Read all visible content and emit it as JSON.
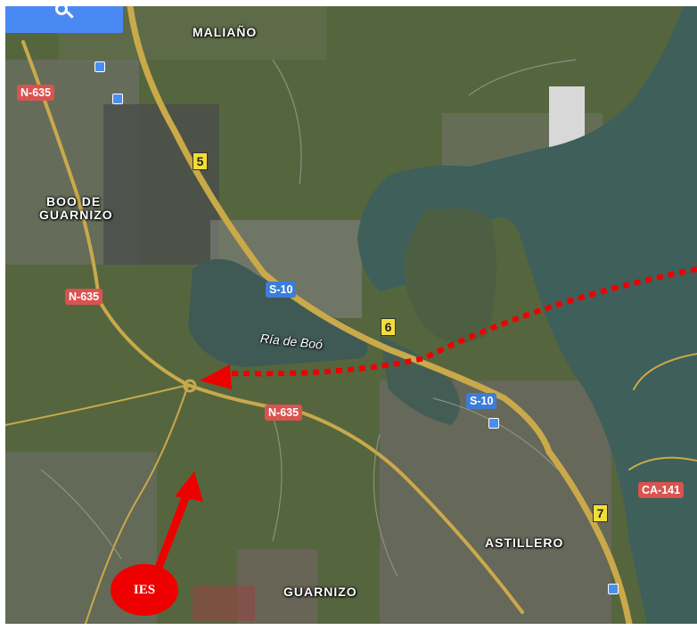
{
  "search": {
    "icon": "search-icon"
  },
  "places": {
    "maliano": "MALIAÑO",
    "boo_de": "BOO DE",
    "guarnizo_line": "GUARNIZO",
    "astillero": "ASTILLERO",
    "guarnizo": "GUARNIZO"
  },
  "water": {
    "ria_de_boo": "Ría de Boó"
  },
  "roads": {
    "n635_top": "N-635",
    "n635_left": "N-635",
    "n635_mid": "N-635",
    "s10_a": "S-10",
    "s10_b": "S-10",
    "ca141": "CA-141"
  },
  "exits": {
    "e5": "5",
    "e6": "6",
    "e7": "7"
  },
  "annotation": {
    "ies": "IES"
  },
  "colors": {
    "road": "#c9a94a",
    "water": "#3e5f5a",
    "red_shield": "#d9534f",
    "blue_shield": "#3b7dd8",
    "annotation_red": "#ee0000"
  }
}
